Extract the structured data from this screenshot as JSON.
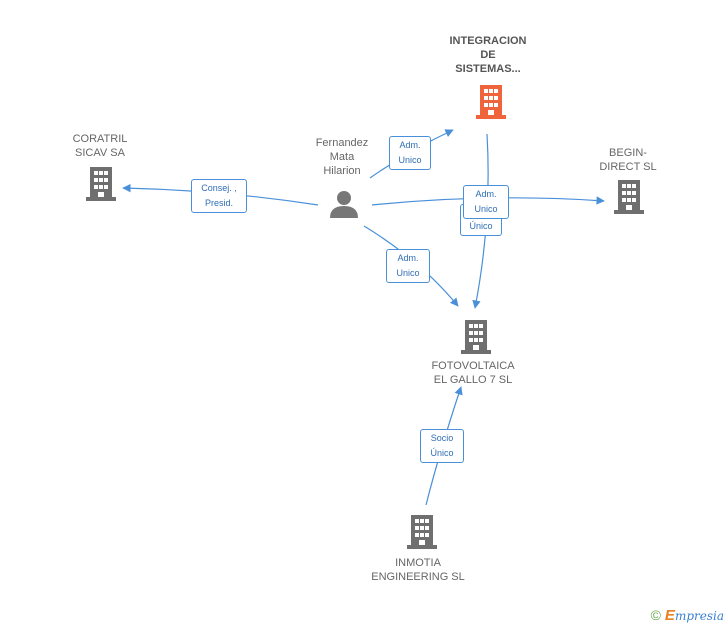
{
  "nodes": {
    "integracion": {
      "label": "INTEGRACION\nDE\nSISTEMAS...",
      "type": "company",
      "highlight": true
    },
    "coratril": {
      "label": "CORATRIL\nSICAV SA",
      "type": "company"
    },
    "person": {
      "label": "Fernandez\nMata\nHilarion",
      "type": "person"
    },
    "begin": {
      "label": "BEGIN-\nDIRECT SL",
      "type": "company"
    },
    "fotovoltaica": {
      "label": "FOTOVOLTAICA\nEL GALLO 7 SL",
      "type": "company"
    },
    "inmotia": {
      "label": "INMOTIA\nENGINEERING SL",
      "type": "company"
    }
  },
  "edges": {
    "person_integracion": "Adm.\nUnico",
    "person_coratril": "Consej. ,\nPresid.",
    "person_begin": "Adm.\nUnico",
    "integracion_fotovoltaica": "Único",
    "person_fotovoltaica": "Adm.\nUnico",
    "inmotia_fotovoltaica": "Socio\nÚnico"
  },
  "footer": {
    "copyright": "©",
    "brand_initial": "E",
    "brand_rest": "mpresia"
  },
  "colors": {
    "edge": "#4a90d9",
    "company_icon": "#6f6f6f",
    "highlight_icon": "#f0643c",
    "person_icon": "#777777"
  }
}
